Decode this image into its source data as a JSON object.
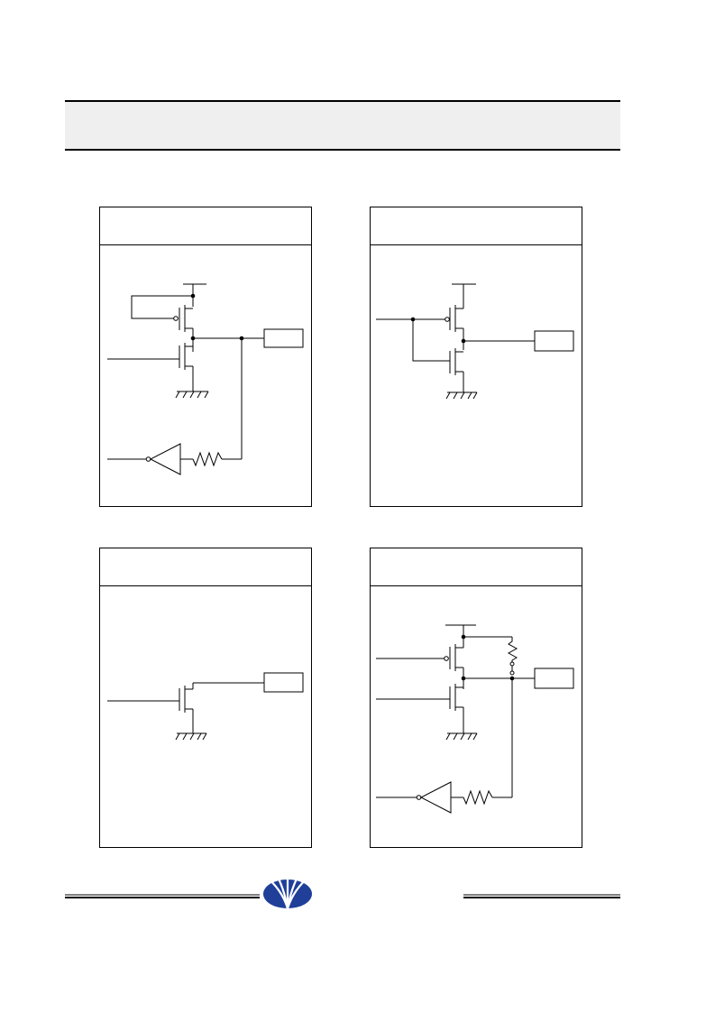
{
  "colors": {
    "stroke": "#000000",
    "header_band": "#efefef",
    "logo_blue": "#1f3f99"
  },
  "icons": {
    "logo": "company-logo-icon"
  },
  "panels": [
    {
      "id": "panel-top-left"
    },
    {
      "id": "panel-top-right"
    },
    {
      "id": "panel-bottom-left"
    },
    {
      "id": "panel-bottom-right"
    }
  ]
}
